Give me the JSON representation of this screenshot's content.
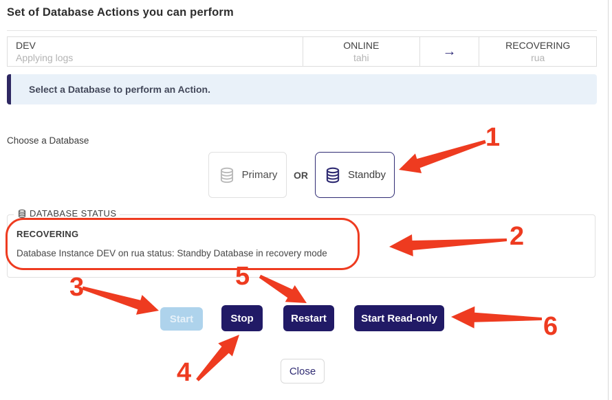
{
  "title": "Set of Database Actions you can perform",
  "header": {
    "instance": {
      "name": "DEV",
      "status": "Applying logs"
    },
    "primary": {
      "status": "ONLINE",
      "host": "tahi"
    },
    "arrow_glyph": "→",
    "standby": {
      "status": "RECOVERING",
      "host": "rua"
    }
  },
  "banner": {
    "message": "Select a Database to perform an Action."
  },
  "chooser": {
    "label": "Choose a Database",
    "primary_label": "Primary",
    "or_label": "OR",
    "standby_label": "Standby"
  },
  "status_section": {
    "legend": "DATABASE STATUS",
    "state": "RECOVERING",
    "message": "Database Instance DEV on rua status: Standby Database in recovery mode"
  },
  "actions": {
    "start": "Start",
    "stop": "Stop",
    "restart": "Restart",
    "start_readonly": "Start Read-only",
    "close": "Close"
  },
  "annotations": {
    "labels": [
      "1",
      "2",
      "3",
      "4",
      "5",
      "6"
    ],
    "color": "#ee3b20"
  },
  "colors": {
    "button_navy": "#211a66",
    "standby_border_navy": "#2e2a72",
    "banner_bg": "#e9f1f9",
    "banner_border_navy": "#2e2862",
    "start_disabled_blue": "#aed3ec",
    "annotation_red": "#ee3b20"
  }
}
